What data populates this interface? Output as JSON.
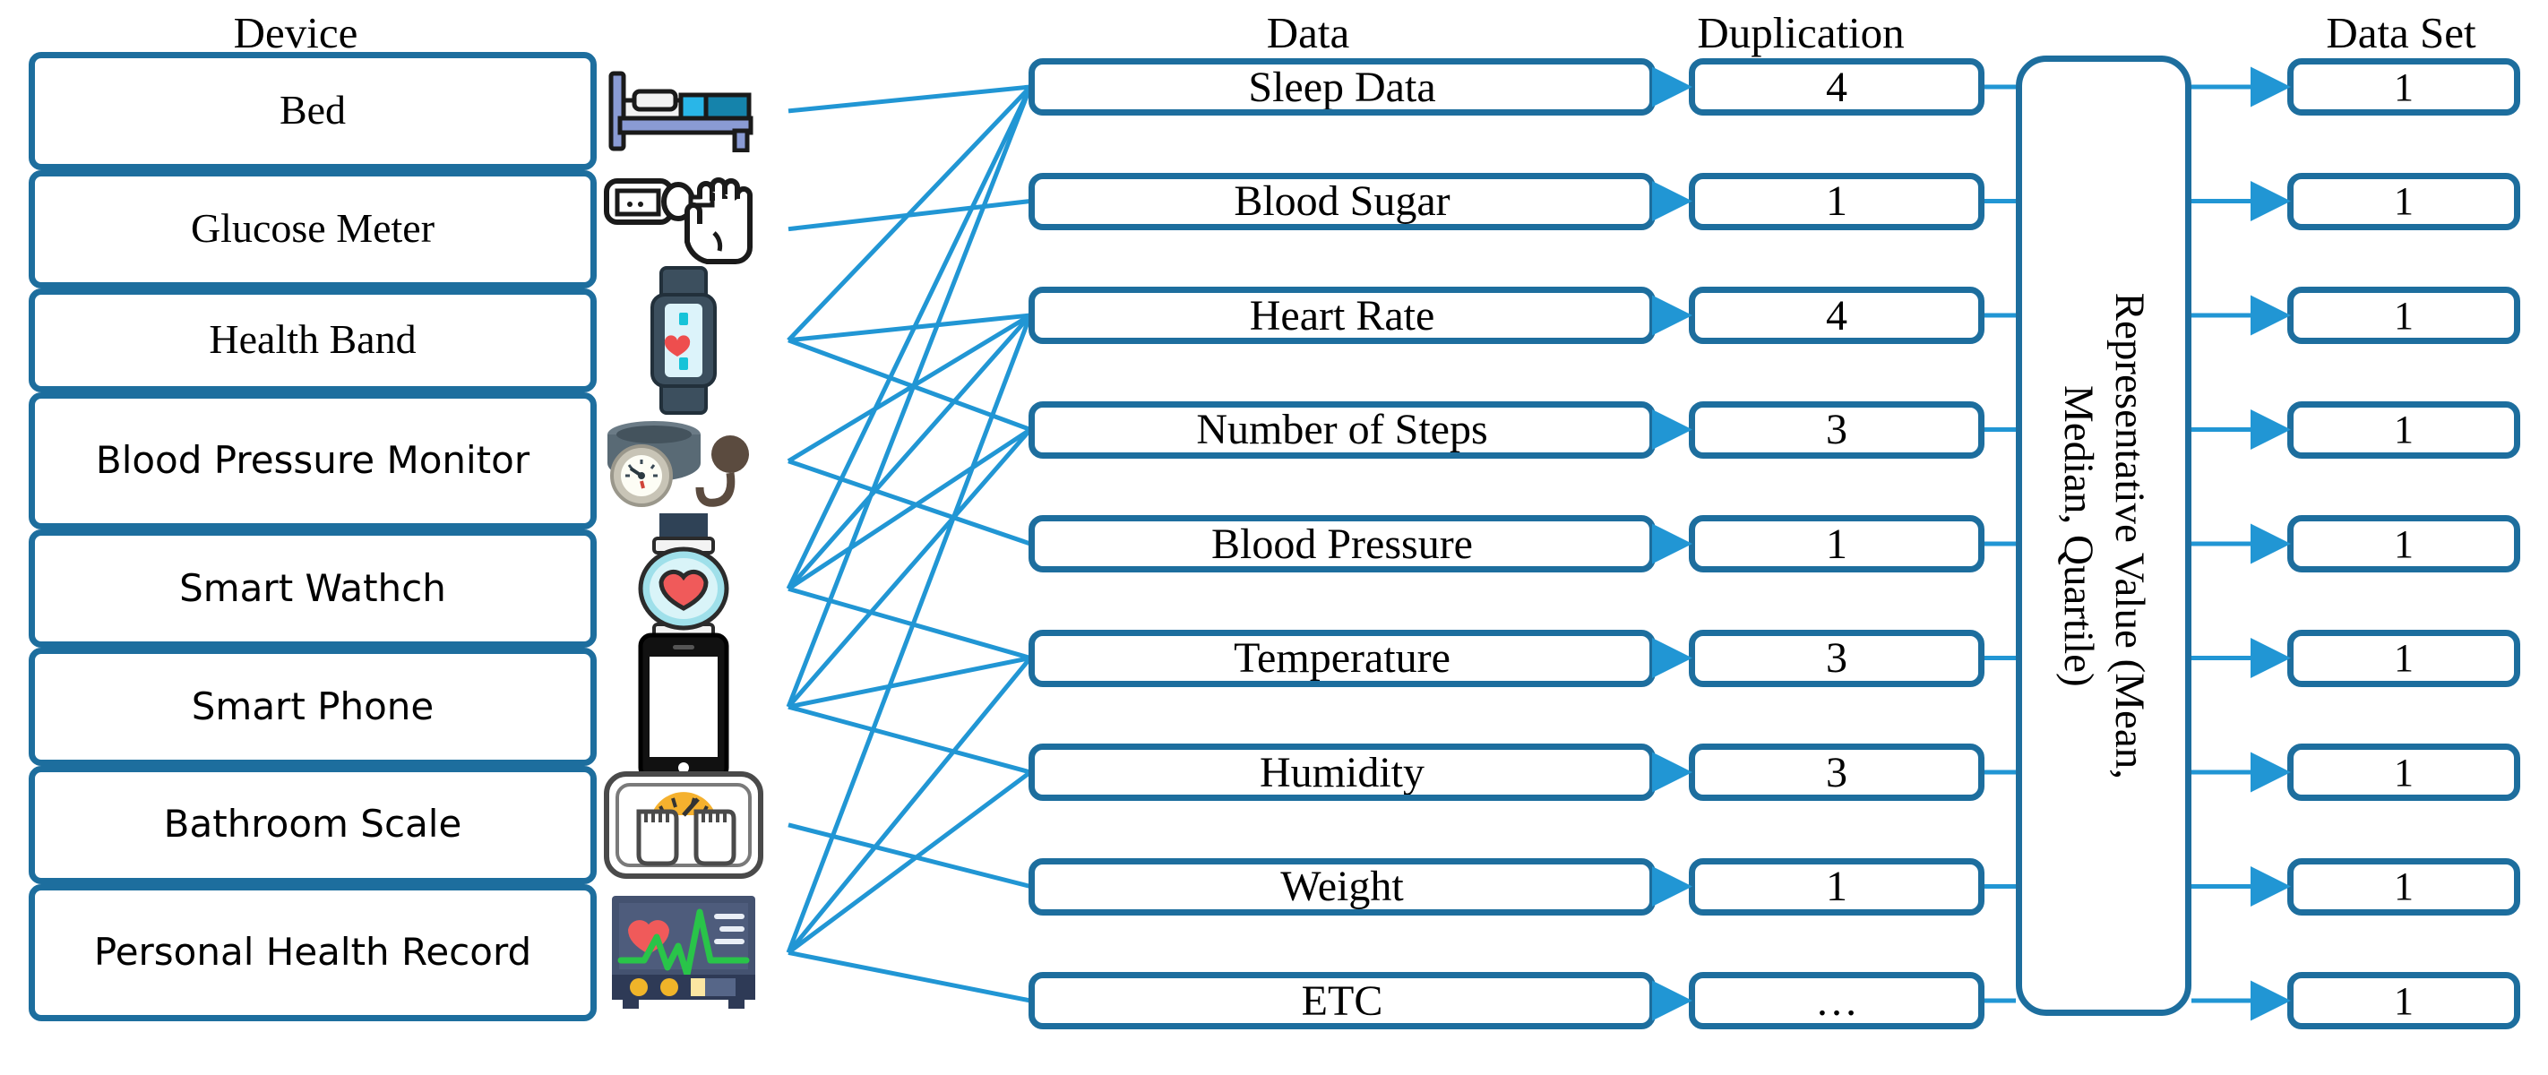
{
  "columns": {
    "device": "Device",
    "data": "Data",
    "duplication": "Duplication",
    "dataset": "Data Set"
  },
  "devices": [
    {
      "label": "Bed",
      "icon": "bed-icon",
      "font": "serif"
    },
    {
      "label": "Glucose Meter",
      "icon": "glucose-meter-icon",
      "font": "serif"
    },
    {
      "label": "Health Band",
      "icon": "health-band-icon",
      "font": "serif"
    },
    {
      "label": "Blood Pressure Monitor",
      "icon": "blood-pressure-monitor-icon",
      "font": "sans"
    },
    {
      "label": "Smart Wathch",
      "icon": "smart-watch-icon",
      "font": "sans"
    },
    {
      "label": "Smart Phone",
      "icon": "smart-phone-icon",
      "font": "sans"
    },
    {
      "label": "Bathroom Scale",
      "icon": "bathroom-scale-icon",
      "font": "sans"
    },
    {
      "label": "Personal Health Record",
      "icon": "personal-health-record-icon",
      "font": "sans"
    }
  ],
  "data_items": [
    {
      "label": "Sleep Data",
      "duplication": "4",
      "dataset": "1"
    },
    {
      "label": "Blood Sugar",
      "duplication": "1",
      "dataset": "1"
    },
    {
      "label": "Heart Rate",
      "duplication": "4",
      "dataset": "1"
    },
    {
      "label": "Number of Steps",
      "duplication": "3",
      "dataset": "1"
    },
    {
      "label": "Blood Pressure",
      "duplication": "1",
      "dataset": "1"
    },
    {
      "label": "Temperature",
      "duplication": "3",
      "dataset": "1"
    },
    {
      "label": "Humidity",
      "duplication": "3",
      "dataset": "1"
    },
    {
      "label": "Weight",
      "duplication": "1",
      "dataset": "1"
    },
    {
      "label": "ETC",
      "duplication": "…",
      "dataset": "1"
    }
  ],
  "representative": {
    "line1": "Representative Value (Mean,",
    "line2": "Median, Quartile)"
  },
  "links": [
    {
      "device": 0,
      "data": 0
    },
    {
      "device": 1,
      "data": 1
    },
    {
      "device": 2,
      "data": 0
    },
    {
      "device": 2,
      "data": 2
    },
    {
      "device": 2,
      "data": 3
    },
    {
      "device": 3,
      "data": 4
    },
    {
      "device": 3,
      "data": 2
    },
    {
      "device": 4,
      "data": 0
    },
    {
      "device": 4,
      "data": 2
    },
    {
      "device": 4,
      "data": 3
    },
    {
      "device": 4,
      "data": 5
    },
    {
      "device": 5,
      "data": 0
    },
    {
      "device": 5,
      "data": 3
    },
    {
      "device": 5,
      "data": 5
    },
    {
      "device": 5,
      "data": 6
    },
    {
      "device": 6,
      "data": 7
    },
    {
      "device": 7,
      "data": 2
    },
    {
      "device": 7,
      "data": 5
    },
    {
      "device": 7,
      "data": 6
    },
    {
      "device": 7,
      "data": 8
    }
  ],
  "colors": {
    "box_border": "#1d6e9e",
    "connector": "#2196d4",
    "text": "#000000",
    "background": "#ffffff"
  }
}
